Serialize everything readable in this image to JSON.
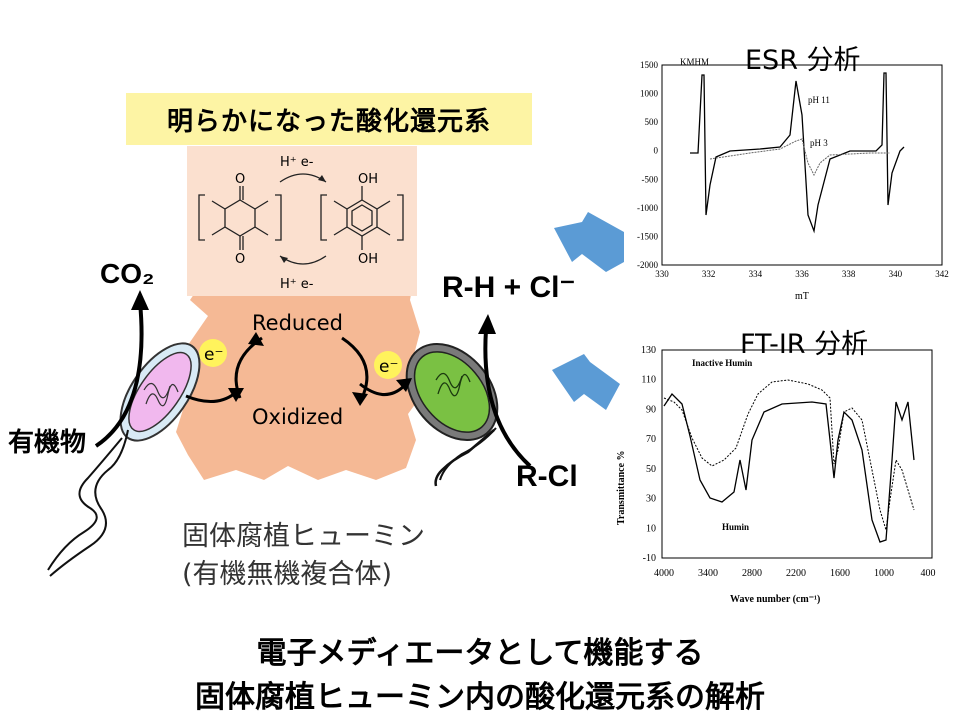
{
  "banner": {
    "text": "明らかになった酸化還元系"
  },
  "mechanism": {
    "top_label": "H⁺ e-",
    "bottom_label": "H⁺ e-",
    "quinone_o_top": "O",
    "quinone_o_bottom": "O",
    "hydroquinone_oh_top": "OH",
    "hydroquinone_oh_bottom": "OH",
    "reduced": "Reduced",
    "oxidized": "Oxidized",
    "electron_left": "e⁻",
    "electron_right": "e⁻"
  },
  "labels": {
    "co2": "CO₂",
    "organic": "有機物",
    "rh": "R-H + Cl⁻",
    "rcl": "R-Cl",
    "humin_line1": "固体腐植ヒューミン",
    "humin_line2": "(有機無機複合体)"
  },
  "esr": {
    "title": "ESR 分析",
    "sample": "KMHM",
    "xlabel": "mT",
    "x_ticks": [
      "330",
      "332",
      "334",
      "336",
      "338",
      "340",
      "342"
    ],
    "y_ticks": [
      "1500",
      "1000",
      "500",
      "0",
      "-500",
      "-1000",
      "-1500",
      "-2000"
    ],
    "series_labels": [
      "pH 11",
      "pH 3"
    ]
  },
  "ftir": {
    "title": "FT-IR 分析",
    "xlabel": "Wave number (cm⁻¹)",
    "ylabel": "Transmittance %",
    "x_ticks": [
      "4000",
      "3400",
      "2800",
      "2200",
      "1600",
      "1000",
      "400"
    ],
    "y_ticks": [
      "130",
      "110",
      "90",
      "70",
      "50",
      "30",
      "10",
      "-10"
    ],
    "series_labels": [
      "Inactive Humin",
      "Humin"
    ]
  },
  "bottom": {
    "line1": "電子メディエータとして機能する",
    "line2": "固体腐植ヒューミン内の酸化還元系の解析"
  },
  "colors": {
    "banner_bg": "#fdf4a4",
    "humin_fill": "#f5b995",
    "mechanism_box": "#fbe0cf",
    "arrow_blue": "#5b9bd5",
    "cell_green": "#7ac143",
    "cell_pink": "#f1b8ee",
    "electron": "#fff35c"
  }
}
